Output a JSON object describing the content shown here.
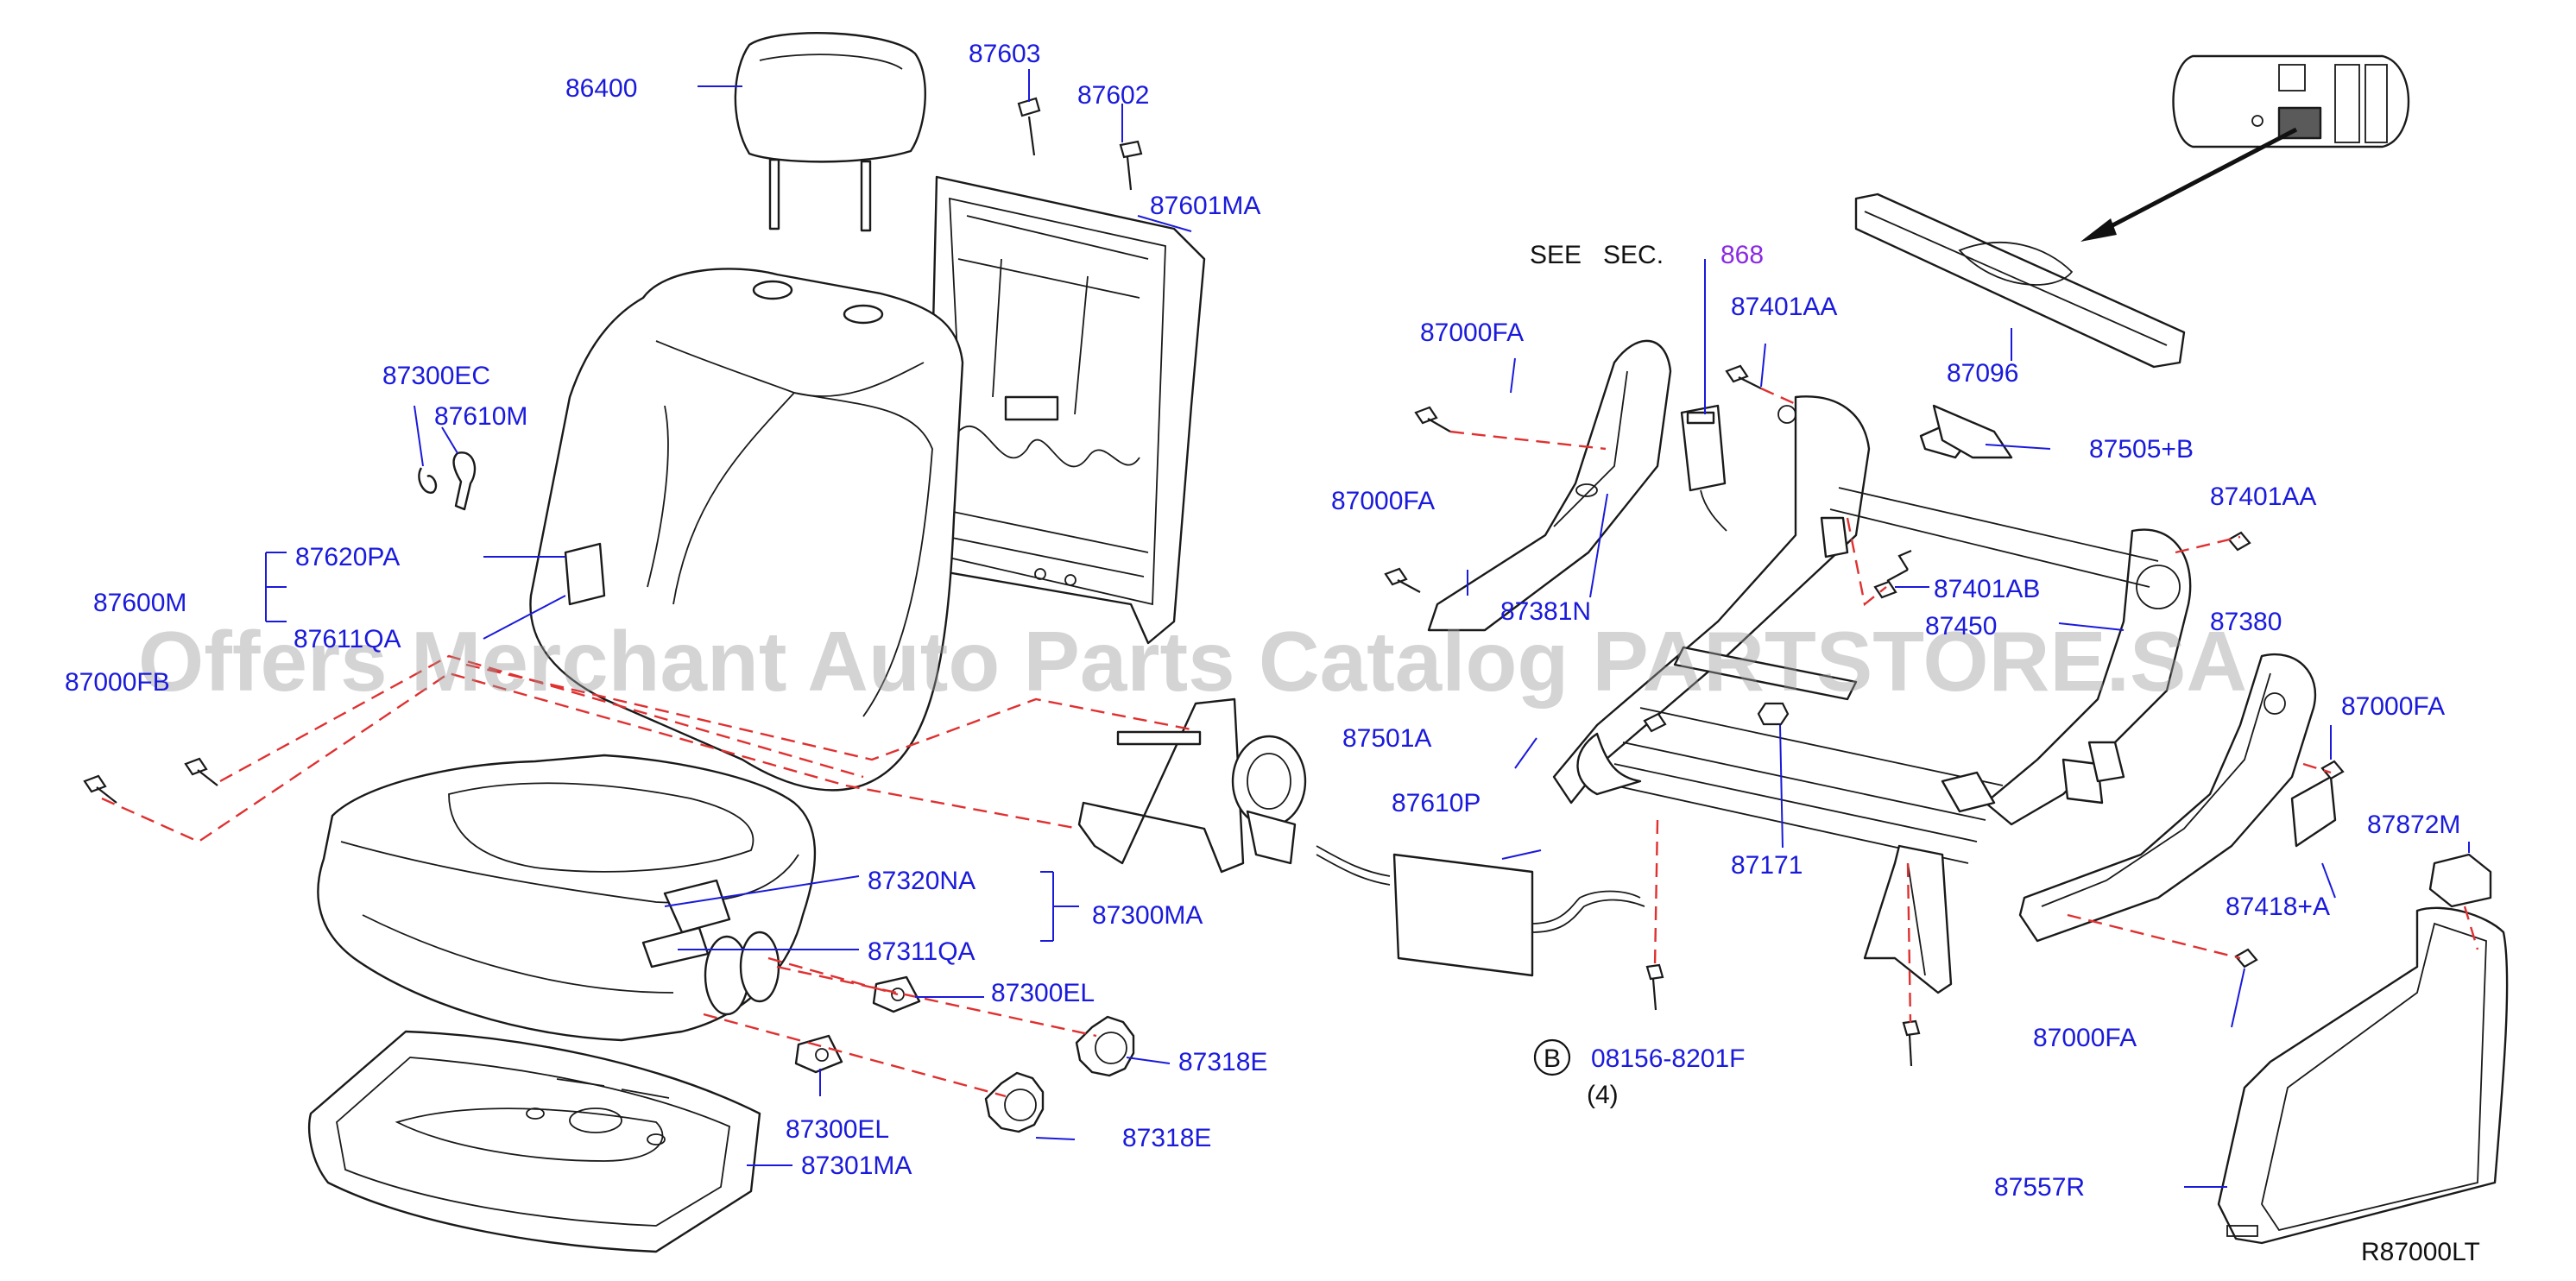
{
  "labels": {
    "p86400": "86400",
    "p87603": "87603",
    "p87602": "87602",
    "p87601MA": "87601MA",
    "p87300EC": "87300EC",
    "p87610M": "87610M",
    "p87620PA": "87620PA",
    "p87600M": "87600M",
    "p87611QA": "87611QA",
    "p87000FB": "87000FB",
    "p87320NA": "87320NA",
    "p87300MA": "87300MA",
    "p87311QA": "87311QA",
    "p87300EL_a": "87300EL",
    "p87318E_a": "87318E",
    "p87300EL_b": "87300EL",
    "p87318E_b": "87318E",
    "p87301MA": "87301MA",
    "p87000FA_a": "87000FA",
    "p87000FA_b": "87000FA",
    "p87381N": "87381N",
    "p87401AA_a": "87401AA",
    "p87401AB": "87401AB",
    "p87450": "87450",
    "p87380": "87380",
    "p87401AA_b": "87401AA",
    "p87096": "87096",
    "p87505B": "87505+B",
    "p87501A": "87501A",
    "p87610P": "87610P",
    "p87171": "87171",
    "p87000FA_c": "87000FA",
    "p87872M": "87872M",
    "p87418A": "87418+A",
    "p87000FA_d": "87000FA",
    "p08156": "08156-8201F",
    "qty": "(4)",
    "circle_b": "B",
    "p87557R": "87557R"
  },
  "see_sec": {
    "prefix": "SEE   SEC.",
    "number": "868"
  },
  "diagram_code": "R87000LT",
  "watermark": "Offers Merchant Auto Parts Catalog PARTSTORE.SA",
  "colors": {
    "label": "#1a1adc",
    "reference": "#8a2be2",
    "dashed_line": "#e03030",
    "outline": "#1a1a1a"
  }
}
